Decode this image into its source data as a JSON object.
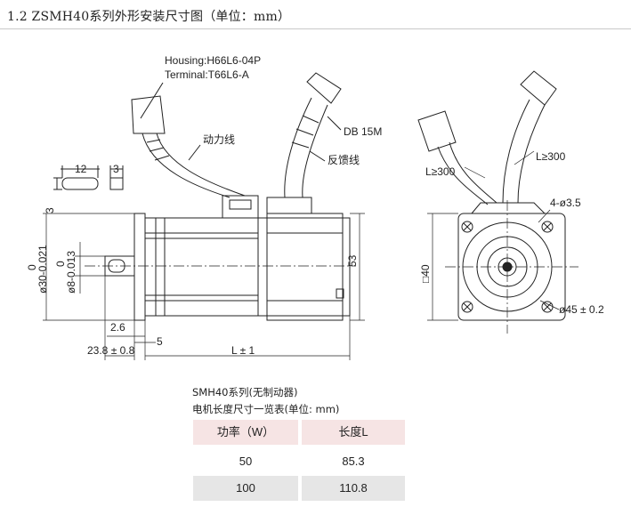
{
  "heading": "1.2 ZSMH40系列外形安装尺寸图（单位：mm）",
  "drawing": {
    "housing": "Housing:H66L6-04P",
    "terminal": "Terminal:T66L6-A",
    "power_line": "动力线",
    "db": "DB 15M",
    "feedback_line": "反馈线",
    "key_width": "12",
    "key_height": "3",
    "key_depth": "3",
    "shaft_dia_top": "0",
    "shaft_dia": "ø30-0.021",
    "shaft_small_top": "0",
    "shaft_small": "ø8-0.013",
    "height_53": "53",
    "dim_2_6": "2.6",
    "dim_5": "5",
    "dim_23_8": "23.8 ± 0.8",
    "dim_L": "L ± 1",
    "cable_left": "L≥300",
    "cable_right": "L≥300",
    "hole": "4-ø3.5",
    "square": "□40",
    "pcd": "ø45 ± 0.2"
  },
  "table": {
    "title1": "SMH40系列(无制动器)",
    "title2": "电机长度尺寸一览表(单位: mm)",
    "headers": [
      "功率（W）",
      "长度L"
    ],
    "rows": [
      [
        "50",
        "85.3"
      ],
      [
        "100",
        "110.8"
      ]
    ]
  }
}
